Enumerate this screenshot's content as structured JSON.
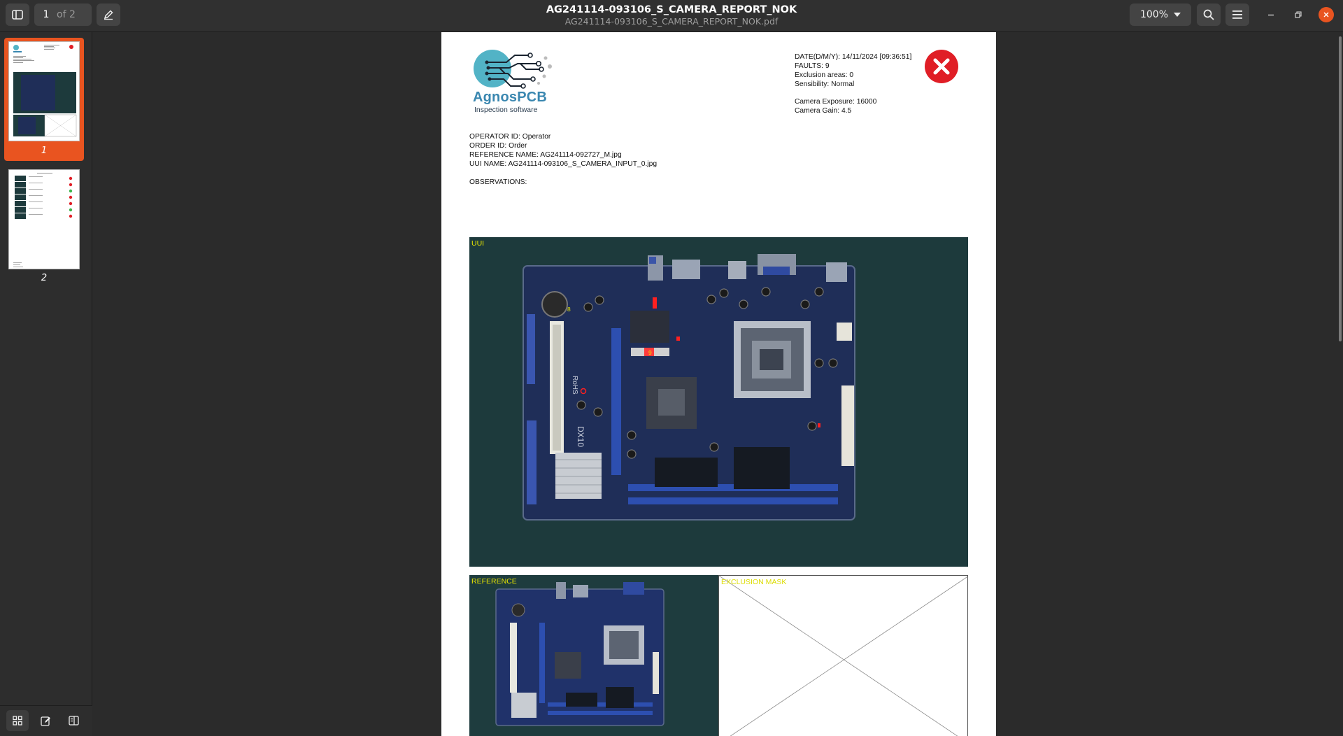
{
  "header": {
    "page_current": "1",
    "page_total": "of 2",
    "title": "AG241114-093106_S_CAMERA_REPORT_NOK",
    "subtitle": "AG241114-093106_S_CAMERA_REPORT_NOK.pdf",
    "zoom": "100%"
  },
  "sidebar": {
    "thumbnails": [
      {
        "label": "1"
      },
      {
        "label": "2"
      }
    ]
  },
  "report": {
    "logo_name": "AgnosPCB",
    "logo_tagline": "Inspection software",
    "date": "DATE(D/M/Y): 14/11/2024 [09:36:51]",
    "faults": "FAULTS: 9",
    "exclusion_areas": "Exclusion areas: 0",
    "sensibility": "Sensibility: Normal",
    "camera_exposure": "Camera Exposure: 16000",
    "camera_gain": "Camera Gain: 4.5",
    "operator_id": "OPERATOR ID: Operator",
    "order_id": "ORDER ID: Order",
    "reference_name": "REFERENCE NAME: AG241114-092727_M.jpg",
    "uui_name": "UUI NAME: AG241114-093106_S_CAMERA_INPUT_0.jpg",
    "observations": "OBSERVATIONS:",
    "uui_label": "UUI",
    "reference_label": "REFERENCE",
    "exclusion_mask_label": "EXCLUSION MASK",
    "fault_markers": [
      "8",
      "9"
    ],
    "board_silkscreen": [
      "DX10",
      "RoHS"
    ]
  },
  "colors": {
    "accent": "#e95420",
    "fail_badge": "#e01e26",
    "label_yellow": "#e8e600",
    "board_bg": "#1d3a3c",
    "pcb_blue": "#1f2e58"
  },
  "icons": {
    "sidebar_toggle": "sidebar-icon",
    "annotate": "pen-icon",
    "zoom_dropdown": "chevron-down-icon",
    "search": "search-icon",
    "menu": "hamburger-icon",
    "minimize": "minimize-icon",
    "maximize": "restore-icon",
    "close": "close-icon",
    "fail": "x-circle-icon"
  }
}
